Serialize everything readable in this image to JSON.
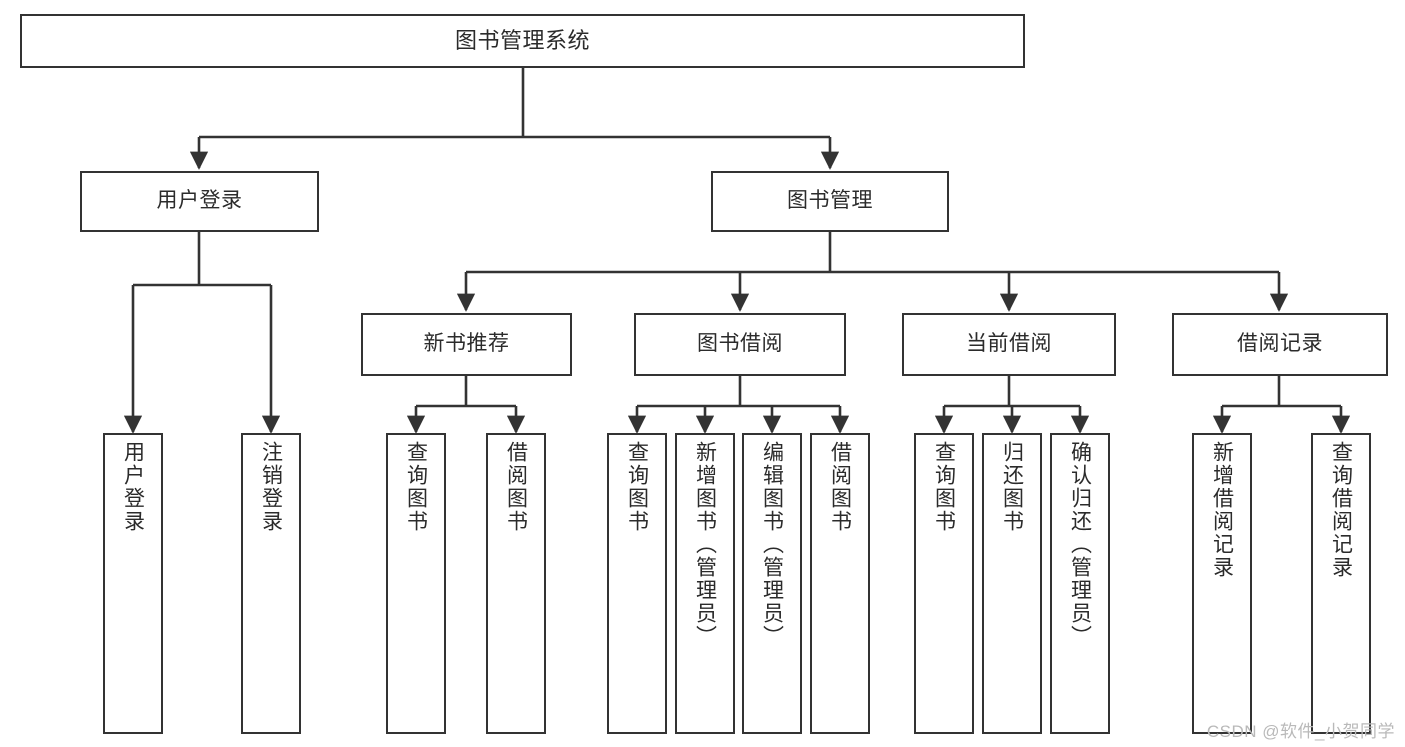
{
  "diagram": {
    "title": "图书管理系统",
    "type": "tree-hierarchy",
    "stroke_color": "#333333",
    "fill_color": "#ffffff",
    "text_color": "#2b2b2b",
    "root": {
      "id": "root",
      "label": "图书管理系统"
    },
    "branches": [
      {
        "id": "user-login",
        "label": "用户登录"
      },
      {
        "id": "book-manage",
        "label": "图书管理"
      }
    ],
    "sub_branches": [
      {
        "id": "new-book-recommend",
        "label": "新书推荐"
      },
      {
        "id": "book-borrow",
        "label": "图书借阅"
      },
      {
        "id": "current-borrow",
        "label": "当前借阅"
      },
      {
        "id": "borrow-record",
        "label": "借阅记录"
      }
    ],
    "leaves": {
      "user-login": [
        {
          "id": "leaf-user-login",
          "label": "用户登录"
        },
        {
          "id": "leaf-user-logout",
          "label": "注销登录"
        }
      ],
      "new-book-recommend": [
        {
          "id": "leaf-query-book-1",
          "label": "查询图书"
        },
        {
          "id": "leaf-borrow-book-1",
          "label": "借阅图书"
        }
      ],
      "book-borrow": [
        {
          "id": "leaf-query-book-2",
          "label": "查询图书"
        },
        {
          "id": "leaf-add-book",
          "label": "新增图书（管理员）"
        },
        {
          "id": "leaf-edit-book",
          "label": "编辑图书（管理员）"
        },
        {
          "id": "leaf-borrow-book-2",
          "label": "借阅图书"
        }
      ],
      "current-borrow": [
        {
          "id": "leaf-query-book-3",
          "label": "查询图书"
        },
        {
          "id": "leaf-return-book",
          "label": "归还图书"
        },
        {
          "id": "leaf-confirm-return",
          "label": "确认归还（管理员）"
        }
      ],
      "borrow-record": [
        {
          "id": "leaf-add-record",
          "label": "新增借阅记录"
        },
        {
          "id": "leaf-query-record",
          "label": "查询借阅记录"
        }
      ]
    }
  },
  "watermark": {
    "text": "CSDN @软件_小贺同学"
  }
}
